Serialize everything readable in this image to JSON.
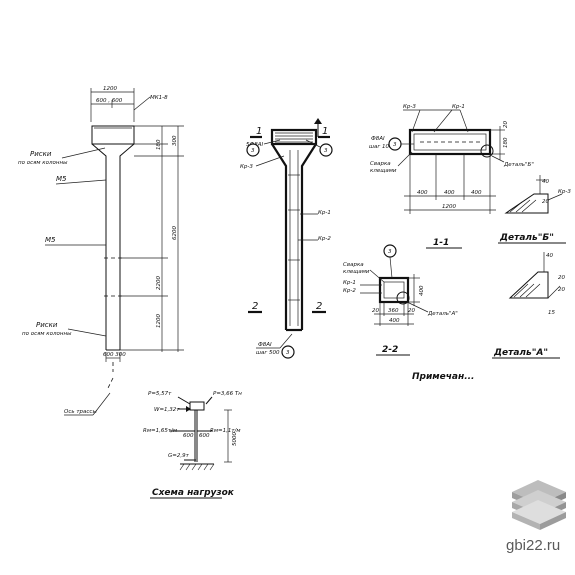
{
  "elevation": {
    "dim_top_total": "1200",
    "dim_top_split": "600 , 600",
    "dim_head_1": "180",
    "dim_head_2": "300",
    "dim_height": "6200",
    "dim_low_1": "2200",
    "dim_low_2": "1200",
    "dim_bottom": "600 300",
    "mark_label": "МК1-8",
    "risk_top": "Риски",
    "risk_top_2": "по осям колонны",
    "m5_top": "М5",
    "m5_mid": "М5",
    "risk_bot": "Риски",
    "risk_bot_2": "по осям колонны",
    "axis_label": "Ось трассы"
  },
  "section_1": {
    "cut_left": "1",
    "cut_right": "1",
    "bar_label": "5Ф8AI",
    "kr3": "Кр-3",
    "kr1": "Кр-1",
    "kr2": "Кр-2",
    "cut2_left": "2",
    "cut2_right": "2",
    "bottom_bar": "Ф8AI",
    "bottom_step": "шаг 500",
    "circle_top_left": "3",
    "circle_top_right": "3",
    "circle_bottom": "3"
  },
  "section_11": {
    "kr3": "Кр-3",
    "kr1": "Кр-1",
    "bar": "Ф8AI",
    "step": "шаг 100",
    "circle": "3",
    "weld": "Сварка",
    "weld_2": "клещами",
    "dim_right": "180",
    "dim_right_2": "20",
    "dim_a": "400",
    "dim_b": "400",
    "dim_c": "400",
    "dim_total": "1200",
    "detail_b": "Деталь\"Б\"",
    "title": "1-1"
  },
  "section_22": {
    "circle": "3",
    "weld": "Сварка",
    "weld_2": "клещами",
    "kr1": "Кр-1",
    "kr2": "Кр-2",
    "dim_right": "400",
    "dim_a": "20",
    "dim_b": "360",
    "dim_c": "20",
    "dim_total": "400",
    "detail_a": "Деталь\"А\"",
    "title": "2-2"
  },
  "detail_b": {
    "dim_1": "40",
    "dim_2": "20",
    "kr3": "Кр-3",
    "title": "Деталь\"Б\""
  },
  "detail_a": {
    "dim_1": "40",
    "dim_2": "20",
    "dim_3": "20",
    "dim_4": "15",
    "title": "Деталь\"А\""
  },
  "loads": {
    "p1": "P=5,57т",
    "p2": "P=3,66 Тн",
    "w1": "W=1,32т",
    "r1": "Rм=1,65т/м",
    "r2": "Rм=1,1т/м",
    "g": "G=2,9т",
    "d1": "600",
    "d2": "600",
    "d3": "5000",
    "title": "Схема нагрузок"
  },
  "cut_title": "Примечан...",
  "watermark": "gbi22.ru"
}
